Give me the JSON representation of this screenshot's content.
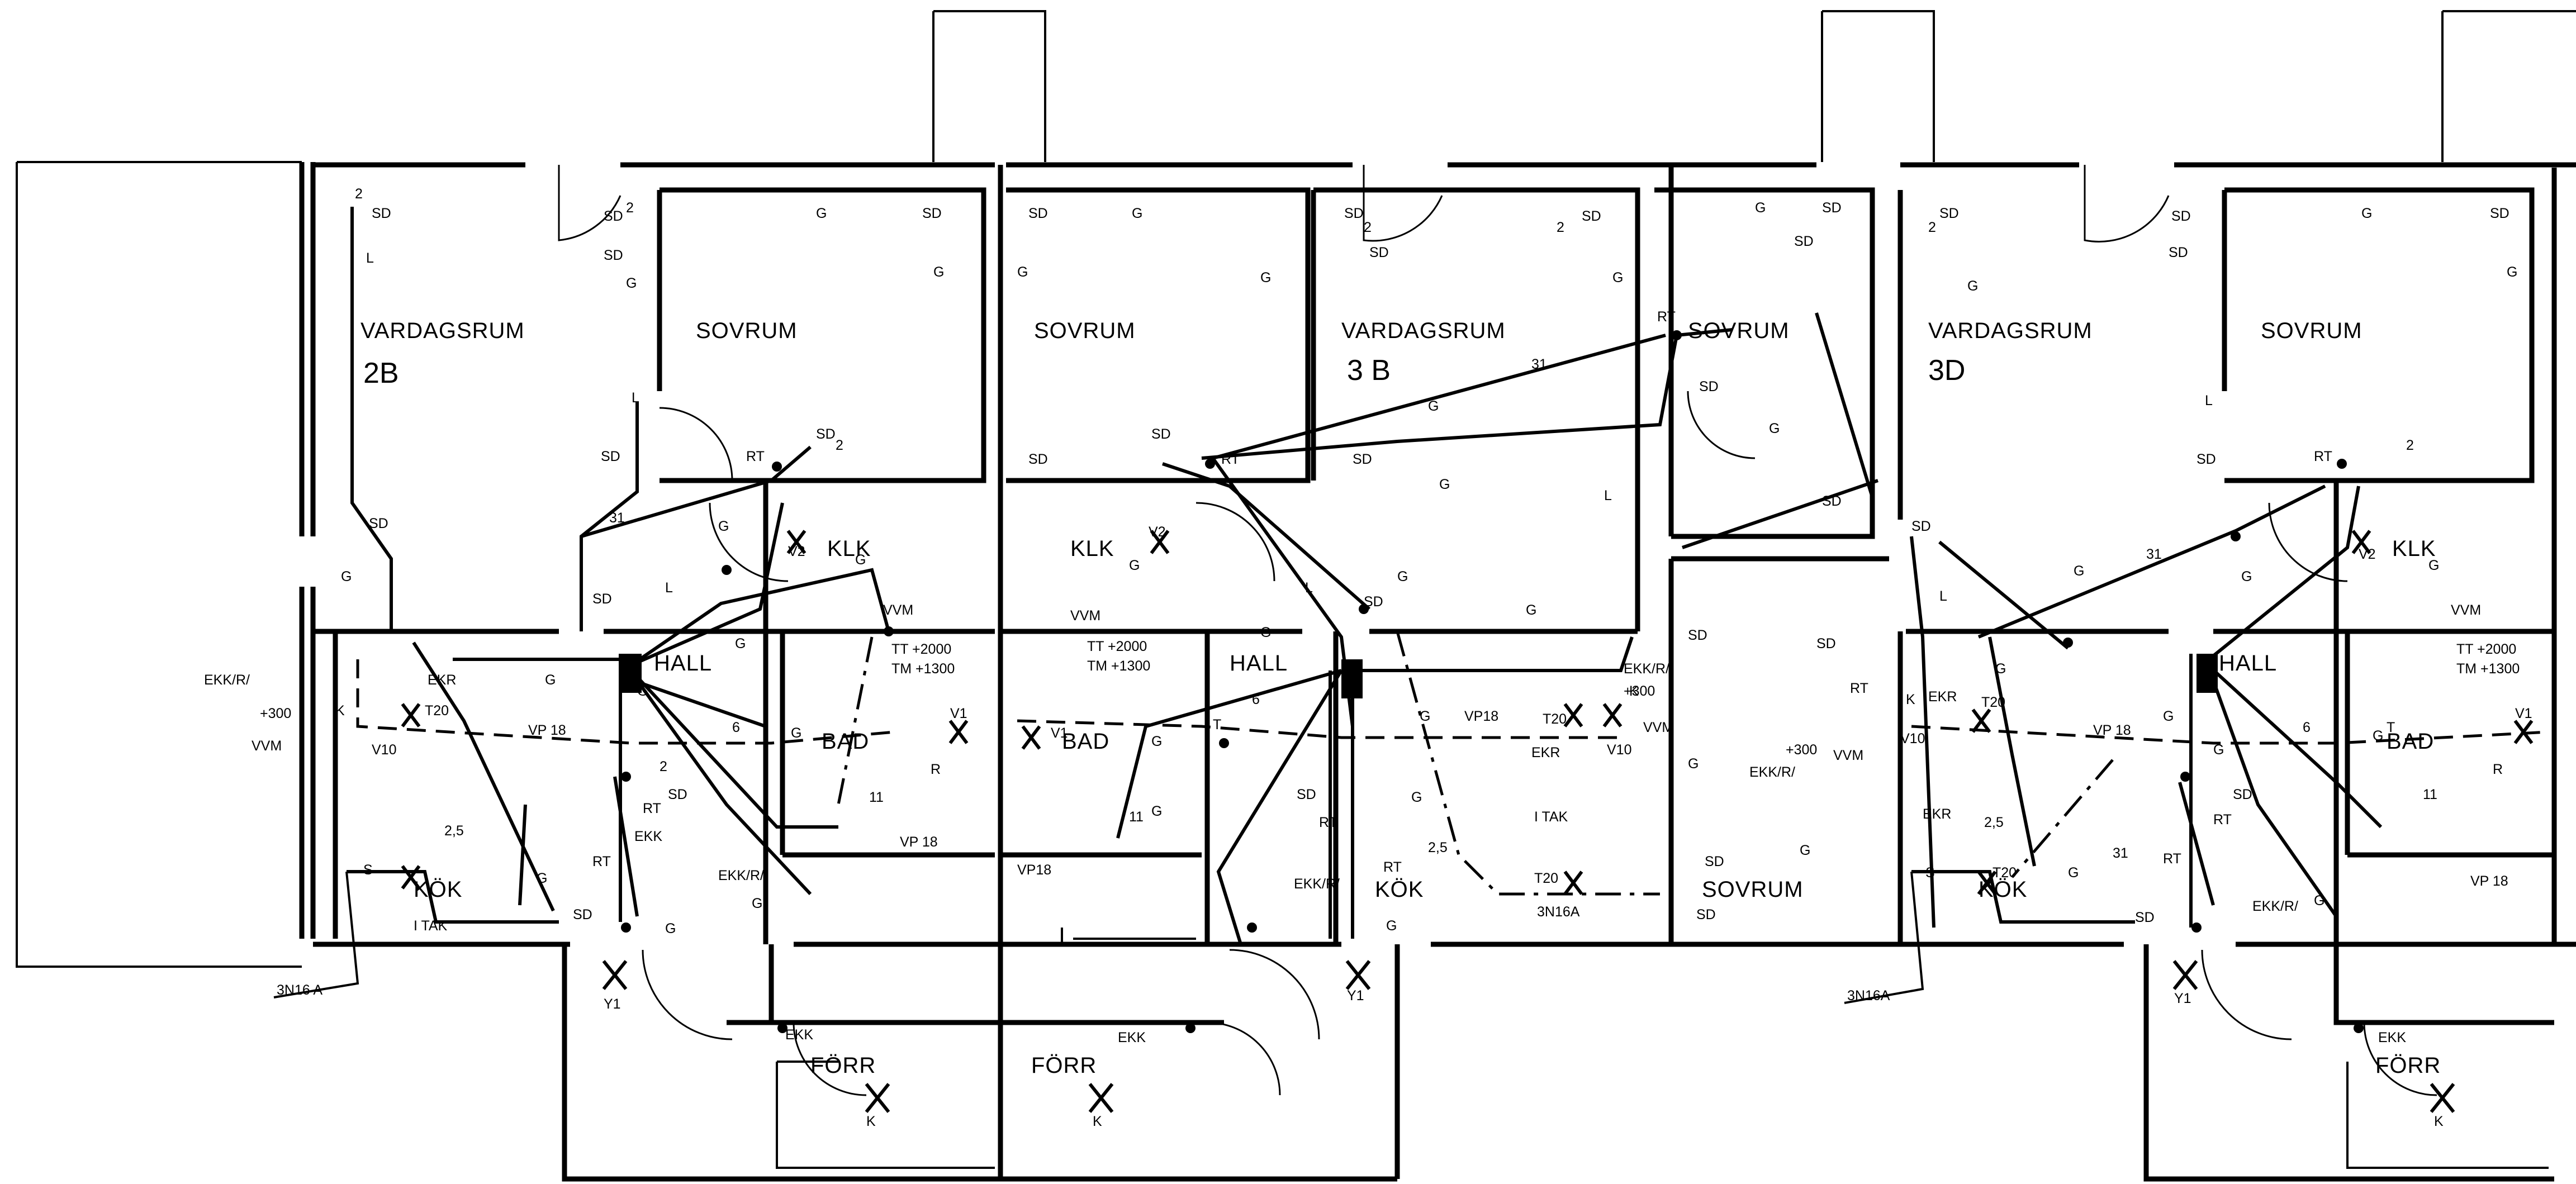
{
  "units": [
    {
      "id": "2B",
      "rooms": {
        "living": "VARDAGSRUM",
        "bedroom": "SOVRUM",
        "wc": "KLK",
        "hall": "HALL",
        "bath": "BAD",
        "kitchen": "KÖK",
        "storage": "FÖRR"
      },
      "labels": {
        "ekkr": "EKK/R/",
        "ekr": "EKR",
        "t20": "T20",
        "vp18": "VP 18",
        "vvm": "VVM",
        "plus300": "+300",
        "tt2000": "TT +2000",
        "tm1300": "TM +1300",
        "s25": "2,5",
        "itak": "I TAK",
        "n3n16a": "3N16 A",
        "ekk": "EKK",
        "v1": "V1",
        "v2": "V2",
        "v10": "V10",
        "n31": "31",
        "n6": "6"
      }
    },
    {
      "id": "3 B",
      "rooms": {
        "living": "VARDAGSRUM",
        "bedroom": "SOVRUM",
        "bedroom2": "SOVRUM",
        "wc": "KLK",
        "hall": "HALL",
        "bath": "BAD",
        "kitchen": "KÖK",
        "storage": "FÖRR"
      },
      "labels": {
        "ekkr": "EKK/R/",
        "ekr": "EKR",
        "t20": "T20",
        "vp18": "VP18",
        "vvm": "VVM",
        "plus300": "+300",
        "tt2000": "TT +2000",
        "tm1300": "TM +1300",
        "s25": "2,5",
        "itak": "I TAK",
        "n3n16a": "3N16A",
        "ekk": "EKK",
        "v1": "V1",
        "v2": "V2",
        "v10": "V10",
        "n31": "31",
        "n6": "6"
      }
    },
    {
      "id": "3D",
      "rooms": {
        "living": "VARDAGSRUM",
        "bedroom": "SOVRUM",
        "bedroom2": "SOVRUM",
        "wc": "KLK",
        "hall": "HALL",
        "bath": "BAD",
        "kitchen": "KÖK",
        "storage": "FÖRR"
      },
      "labels": {
        "ekkr": "EKK/R/",
        "ekr": "EKR",
        "t20": "T20",
        "vp18": "VP 18",
        "vvm": "VVM",
        "plus300": "+300",
        "tt2000": "TT +2000",
        "tm1300": "TM +1300",
        "s25": "2,5",
        "n3n16a": "3N16A",
        "ekk": "EKK",
        "v1": "V1",
        "v2": "V2",
        "v10": "V10",
        "n31": "31",
        "n6": "6"
      }
    }
  ],
  "symbols": {
    "sd": "SD",
    "g": "G",
    "l": "L",
    "rt": "RT",
    "k": "K",
    "r": "R",
    "t": "T",
    "s": "S",
    "y1": "Y1",
    "two": "2",
    "n11": "11"
  }
}
